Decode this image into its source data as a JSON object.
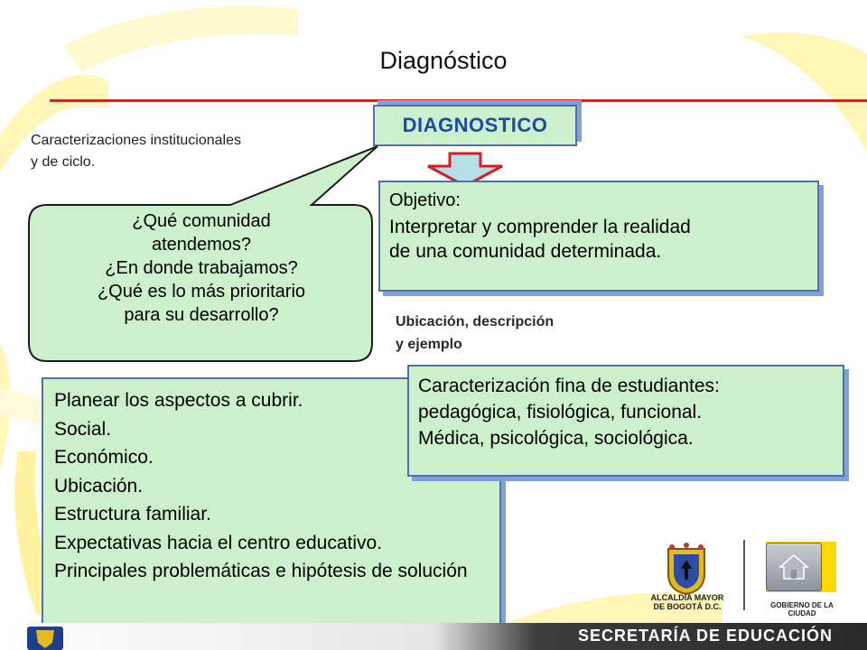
{
  "slide": {
    "title": "Diagnóstico",
    "header_box": "DIAGNOSTICO",
    "side_label_line1": "Caracterizaciones  institucionales",
    "side_label_line2": "y de ciclo."
  },
  "speech_bubble": {
    "lines": [
      "¿Qué comunidad",
      "atendemos?",
      "¿En donde trabajamos?",
      "¿Qué es lo más prioritario",
      "para su desarrollo?"
    ]
  },
  "objective_card": {
    "heading": "Objetivo:",
    "body_line1": "Interpretar  y comprender la realidad",
    "body_line2": "de  una  comunidad determinada."
  },
  "ubicacion_label": {
    "line1": "Ubicación, descripción",
    "line2": "y ejemplo"
  },
  "plan_card": {
    "items": [
      "Planear los aspectos  a  cubrir.",
      "Social.",
      "Económico.",
      "Ubicación.",
      "Estructura familiar.",
      "Expectativas  hacia  el  centro  educativo.",
      "Principales problemáticas e hipótesis de solución"
    ]
  },
  "caracterizacion_card": {
    "lines": [
      "Caracterización fina de estudiantes:",
      "pedagógica, fisiológica, funcional.",
      "Médica, psicológica, sociológica."
    ]
  },
  "logos": {
    "alcaldia_line1": "ALCALDÍA MAYOR",
    "alcaldia_line2": "DE BOGOTÁ D.C.",
    "gobierno": "GOBIERNO DE LA CIUDAD",
    "home_icon": "home-icon"
  },
  "footer": {
    "text": "SECRETARÍA DE EDUCACIÓN"
  },
  "colors": {
    "accent_red": "#cc2a1f",
    "card_green": "#ccf0cc",
    "border_blue": "#4f6fae",
    "title_blue": "#1f49a8",
    "deco_yellow": "#fff5b0"
  }
}
